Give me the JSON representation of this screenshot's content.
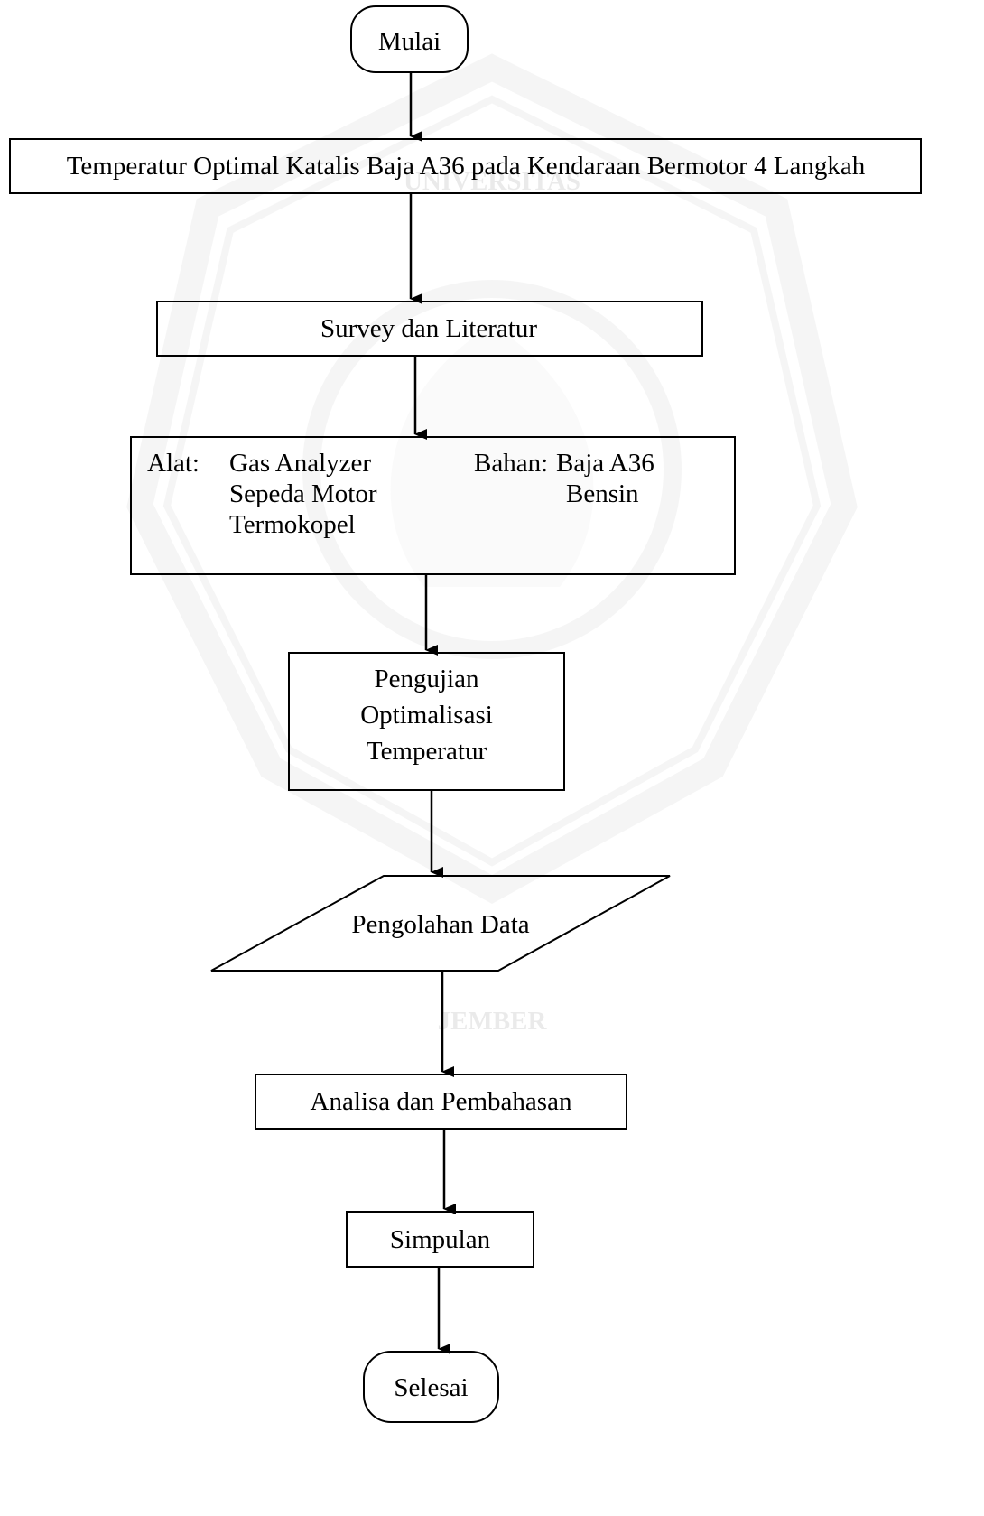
{
  "watermark": {
    "top_text": "UNIVERSITAS",
    "bottom_text": "JEMBER"
  },
  "flowchart": {
    "start": "Mulai",
    "title_box": "Temperatur Optimal Katalis Baja A36 pada Kendaraan Bermotor 4 Langkah",
    "survey": "Survey dan Literatur",
    "materials": {
      "alat_label": "Alat:",
      "alat_items": [
        "Gas Analyzer",
        "Sepeda Motor",
        "Termokopel"
      ],
      "bahan_label": "Bahan:",
      "bahan_items": [
        "Baja A36",
        "Bensin"
      ]
    },
    "testing": [
      "Pengujian",
      "Optimalisasi",
      "Temperatur"
    ],
    "data_processing": "Pengolahan Data",
    "analysis": "Analisa dan Pembahasan",
    "conclusion": "Simpulan",
    "end": "Selesai"
  }
}
